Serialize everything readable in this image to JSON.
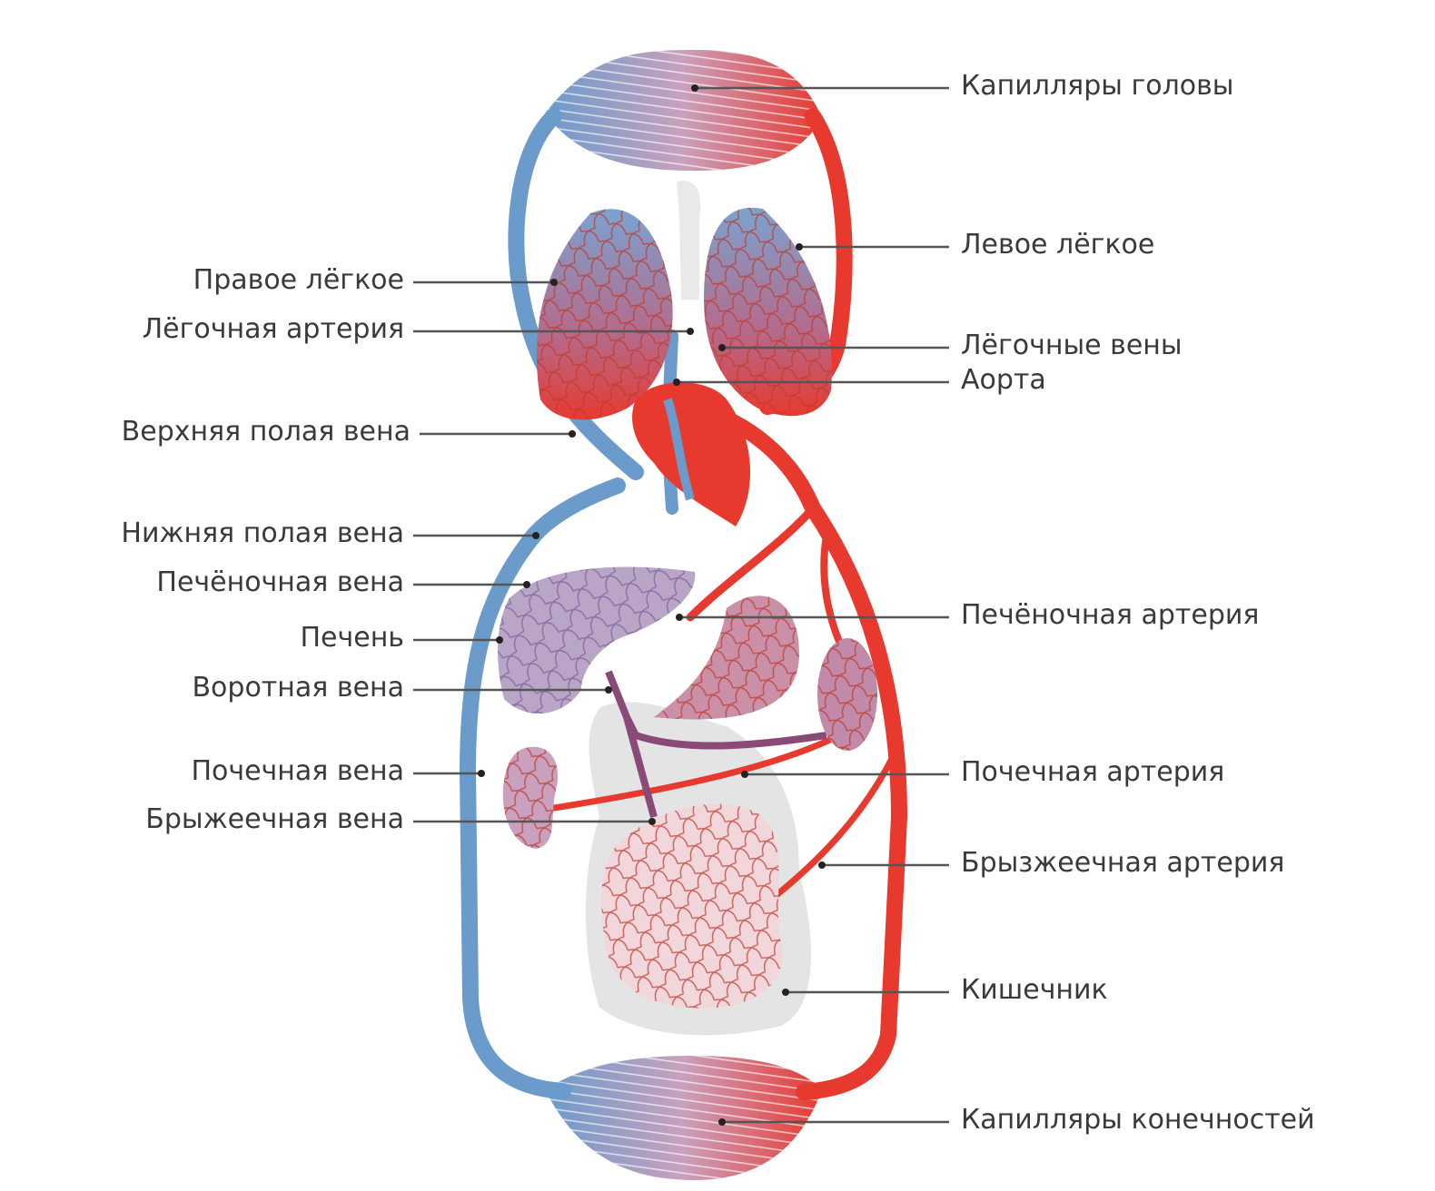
{
  "labels_right": [
    {
      "id": "head-capillaries",
      "text": "Капилляры головы"
    },
    {
      "id": "left-lung",
      "text": "Левое лёгкое"
    },
    {
      "id": "pulmonary-veins",
      "text": "Лёгочные вены"
    },
    {
      "id": "aorta",
      "text": "Аорта"
    },
    {
      "id": "hepatic-artery",
      "text": "Печёночная артерия"
    },
    {
      "id": "renal-artery",
      "text": "Почечная артерия"
    },
    {
      "id": "mesenteric-artery",
      "text": "Брызжеечная артерия"
    },
    {
      "id": "intestine",
      "text": "Кишечник"
    },
    {
      "id": "limb-capillaries",
      "text": "Капилляры конечностей"
    }
  ],
  "labels_left": [
    {
      "id": "right-lung",
      "text": "Правое лёгкое"
    },
    {
      "id": "pulmonary-artery",
      "text": "Лёгочная артерия"
    },
    {
      "id": "superior-vena-cava",
      "text": "Верхняя полая вена"
    },
    {
      "id": "inferior-vena-cava",
      "text": "Нижняя полая вена"
    },
    {
      "id": "hepatic-vein",
      "text": "Печёночная вена"
    },
    {
      "id": "liver",
      "text": "Печень"
    },
    {
      "id": "portal-vein",
      "text": "Воротная вена"
    },
    {
      "id": "renal-vein",
      "text": "Почечная вена"
    },
    {
      "id": "mesenteric-vein",
      "text": "Брыжеечная вена"
    }
  ],
  "colors": {
    "artery": "#e8392f",
    "vein": "#6a9bcb",
    "mixed": "#8a4a78",
    "organ_gray": "#e2e2e2",
    "label": "#3a3a3a"
  }
}
